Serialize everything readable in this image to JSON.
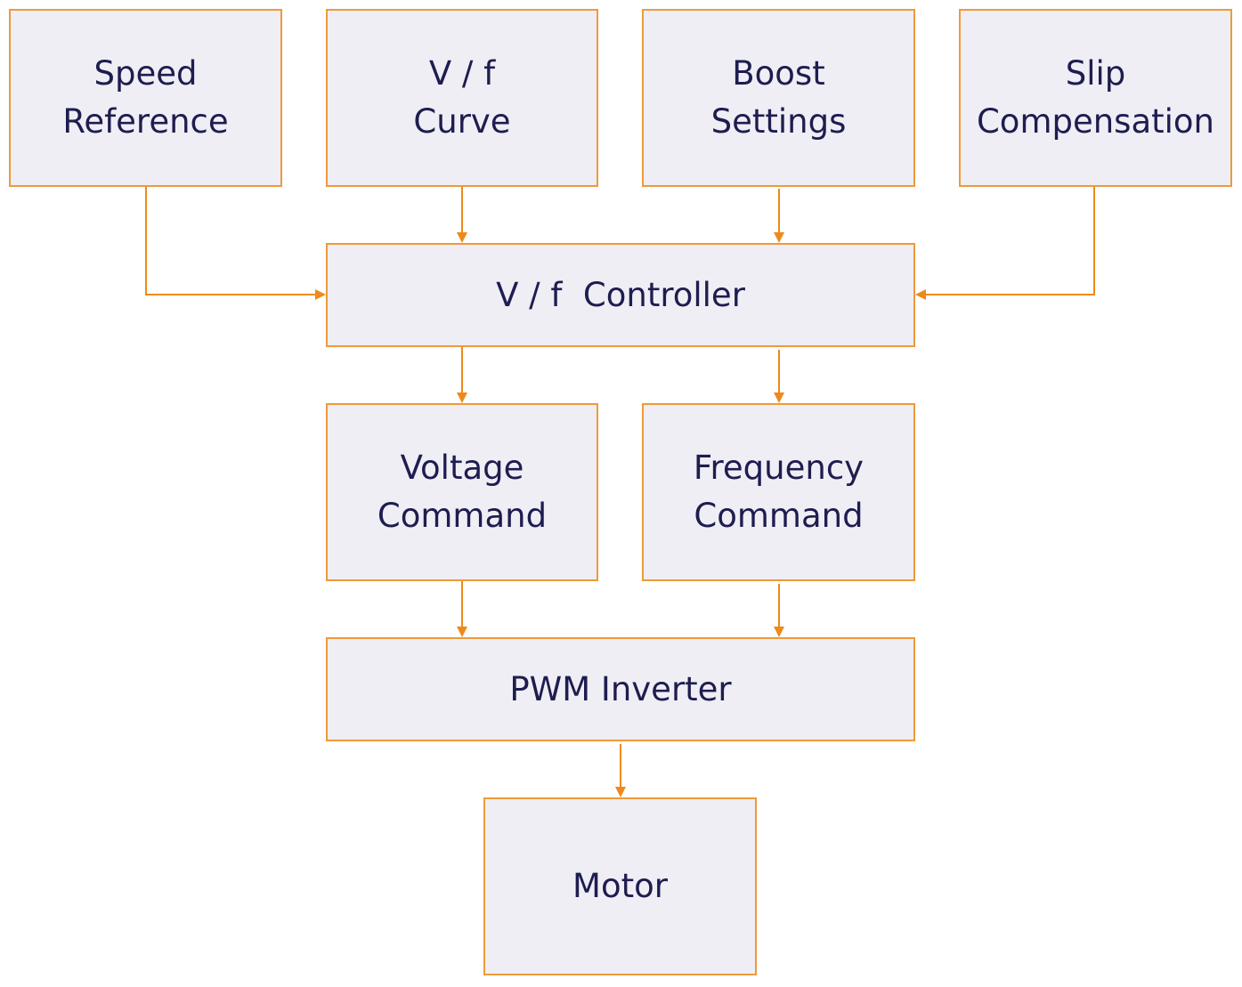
{
  "diagram": {
    "colors": {
      "node_fill": "#efeef5",
      "node_border": "#ee9a3a",
      "arrow": "#ee8a1a",
      "text": "#1e1d4f"
    },
    "nodes": [
      {
        "id": "speed_reference",
        "lines": [
          "Speed",
          "Reference"
        ]
      },
      {
        "id": "vf_curve",
        "lines": [
          "V / f",
          "Curve"
        ]
      },
      {
        "id": "boost_settings",
        "lines": [
          "Boost",
          "Settings"
        ]
      },
      {
        "id": "slip_compensation",
        "lines": [
          "Slip",
          "Compensation"
        ]
      },
      {
        "id": "vf_controller",
        "lines": [
          "V / f  Controller"
        ]
      },
      {
        "id": "voltage_command",
        "lines": [
          "Voltage",
          "Command"
        ]
      },
      {
        "id": "frequency_command",
        "lines": [
          "Frequency",
          "Command"
        ]
      },
      {
        "id": "pwm_inverter",
        "lines": [
          "PWM Inverter"
        ]
      },
      {
        "id": "motor",
        "lines": [
          "Motor"
        ]
      }
    ],
    "edges": [
      {
        "from": "speed_reference",
        "to": "vf_controller"
      },
      {
        "from": "vf_curve",
        "to": "vf_controller"
      },
      {
        "from": "boost_settings",
        "to": "vf_controller"
      },
      {
        "from": "slip_compensation",
        "to": "vf_controller"
      },
      {
        "from": "vf_controller",
        "to": "voltage_command"
      },
      {
        "from": "vf_controller",
        "to": "frequency_command"
      },
      {
        "from": "voltage_command",
        "to": "pwm_inverter"
      },
      {
        "from": "frequency_command",
        "to": "pwm_inverter"
      },
      {
        "from": "pwm_inverter",
        "to": "motor"
      }
    ]
  }
}
